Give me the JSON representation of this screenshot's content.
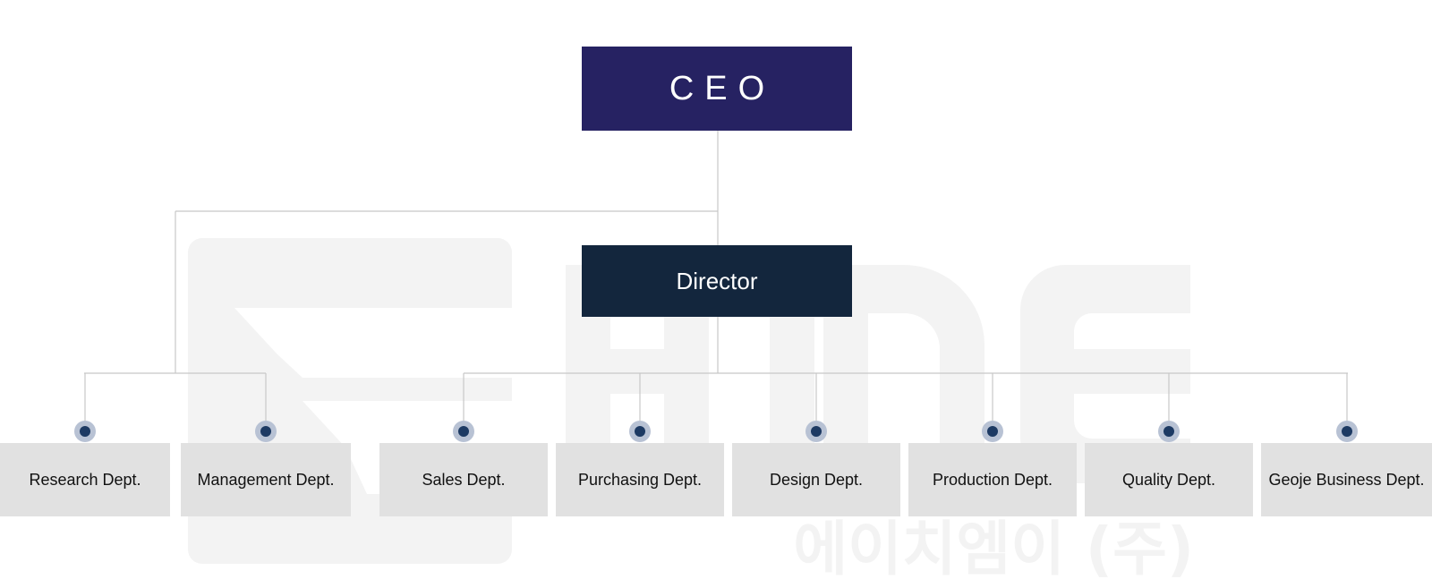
{
  "chart": {
    "ceo_label": "CEO",
    "director_label": "Director",
    "departments": [
      "Research Dept.",
      "Management Dept.",
      "Sales Dept.",
      "Purchasing Dept.",
      "Design Dept.",
      "Production Dept.",
      "Quality Dept.",
      "Geoje Business Dept."
    ]
  },
  "watermark": {
    "logo_text": "HME",
    "company_korean": "에이치엠이 (주)"
  },
  "colors": {
    "ceo": "#262262",
    "director": "#13263d",
    "department": "#e1e1e1",
    "connector": "#c8c8c8",
    "node_ring": "#b8c2d4",
    "node_core": "#1d3a63",
    "watermark": "#f3f3f3"
  }
}
